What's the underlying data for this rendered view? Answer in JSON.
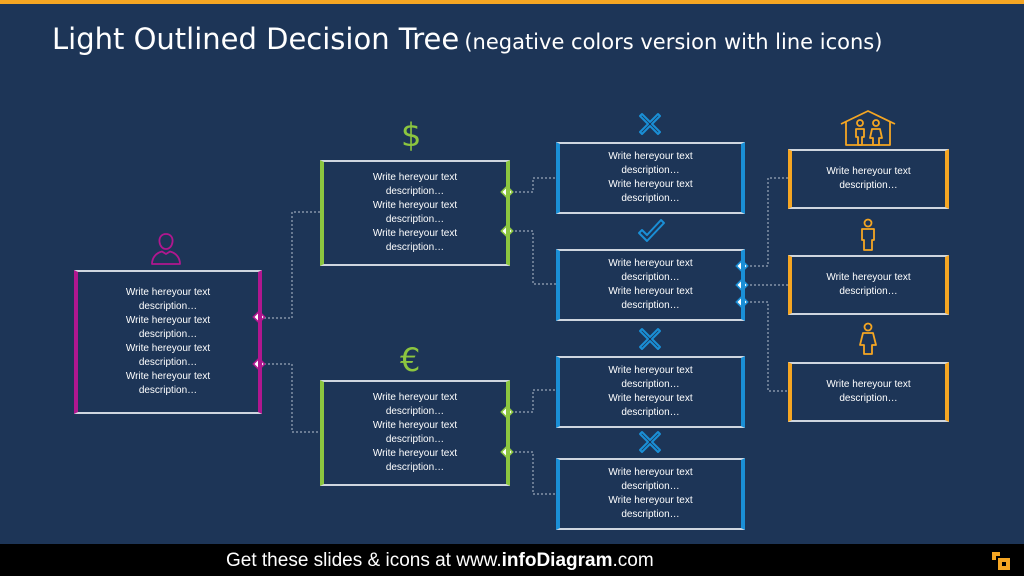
{
  "title": {
    "main": "Light Outlined Decision Tree",
    "sub": "(negative colors version with line icons)"
  },
  "colors": {
    "background": "#1d3557",
    "magenta": "#b0178f",
    "green": "#8cc63f",
    "blue": "#1a8fd6",
    "orange": "#f5a623",
    "box_border": "#cfd6df"
  },
  "nodes": {
    "root": {
      "lines": [
        "Write hereyour text",
        "description…",
        "Write hereyour text",
        "description…",
        "Write hereyour text",
        "description…",
        "Write hereyour text",
        "description…"
      ],
      "icon": "person-icon"
    },
    "dollar": {
      "lines": [
        "Write hereyour text",
        "description…",
        "Write hereyour text",
        "description…",
        "Write hereyour text",
        "description…"
      ],
      "icon": "dollar-icon",
      "icon_glyph": "$"
    },
    "euro": {
      "lines": [
        "Write hereyour text",
        "description…",
        "Write hereyour text",
        "description…",
        "Write hereyour text",
        "description…"
      ],
      "icon": "euro-icon",
      "icon_glyph": "€"
    },
    "blue1": {
      "lines": [
        "Write hereyour text",
        "description…",
        "Write hereyour text",
        "description…"
      ],
      "icon": "cross-icon"
    },
    "blue2": {
      "lines": [
        "Write hereyour text",
        "description…",
        "Write hereyour text",
        "description…"
      ],
      "icon": "check-icon"
    },
    "blue3": {
      "lines": [
        "Write hereyour text",
        "description…",
        "Write hereyour text",
        "description…"
      ],
      "icon": "cross-icon"
    },
    "blue4": {
      "lines": [
        "Write hereyour text",
        "description…",
        "Write hereyour text",
        "description…"
      ],
      "icon": "cross-icon"
    },
    "orange1": {
      "lines": [
        "Write hereyour text",
        "description…"
      ],
      "icon": "family-house-icon"
    },
    "orange2": {
      "lines": [
        "Write hereyour text",
        "description…"
      ],
      "icon": "man-icon"
    },
    "orange3": {
      "lines": [
        "Write hereyour text",
        "description…"
      ],
      "icon": "woman-icon"
    }
  },
  "footer": {
    "prefix": "Get these slides & icons at www.",
    "brand": "infoDiagram",
    "suffix": ".com"
  }
}
